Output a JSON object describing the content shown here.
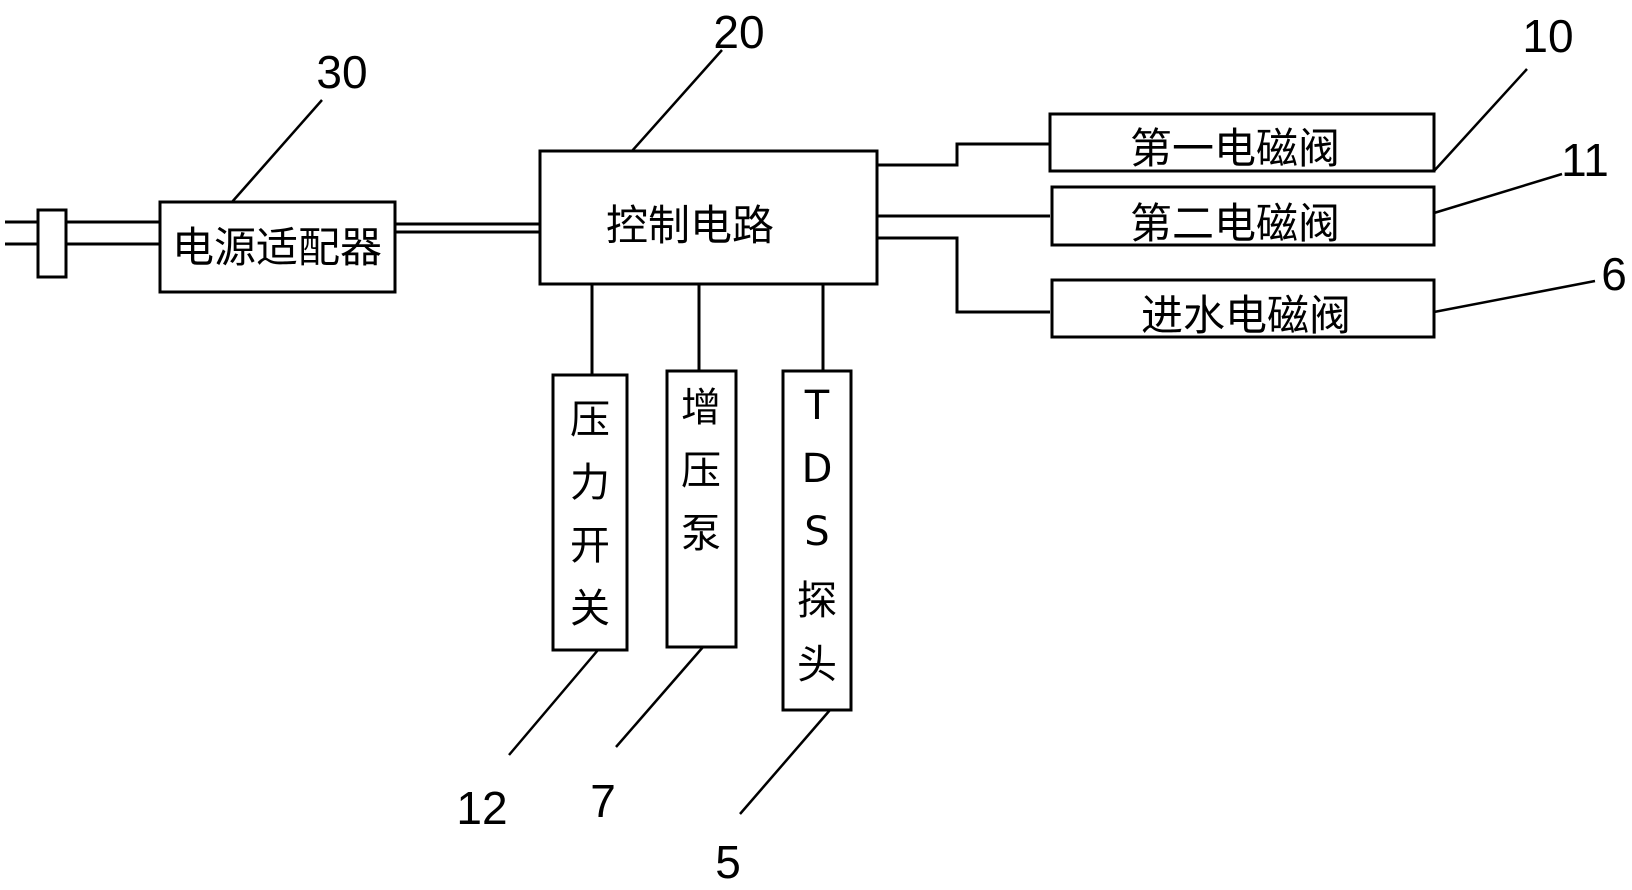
{
  "blocks": {
    "power_adapter": "电源适配器",
    "control_circuit": "控制电路",
    "first_solenoid_valve": "第一电磁阀",
    "second_solenoid_valve": "第二电磁阀",
    "inlet_solenoid_valve": "进水电磁阀",
    "pressure_switch": [
      "压",
      "力",
      "开",
      "关"
    ],
    "booster_pump": [
      "增",
      "压",
      "泵"
    ],
    "tds_probe": [
      "T",
      "D",
      "S",
      "探",
      "头"
    ]
  },
  "reference_numbers": {
    "power_adapter": "30",
    "control_circuit": "20",
    "first_solenoid_valve": "10",
    "second_solenoid_valve": "11",
    "inlet_solenoid_valve": "6",
    "pressure_switch": "12",
    "booster_pump": "7",
    "tds_probe": "5"
  }
}
